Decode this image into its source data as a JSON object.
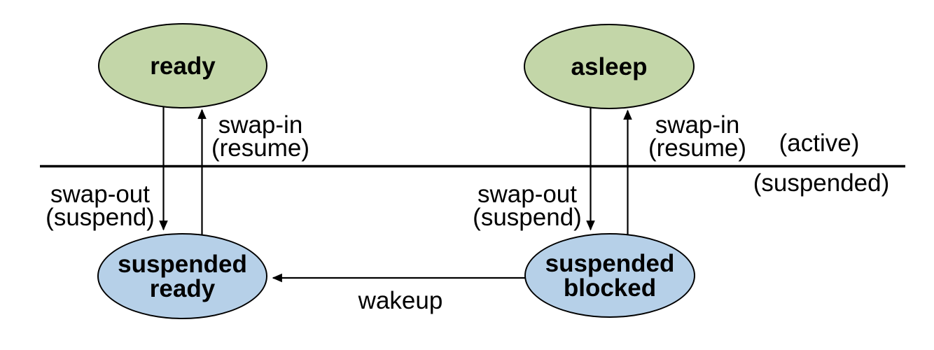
{
  "diagram": {
    "nodes": {
      "ready": {
        "label": "ready"
      },
      "asleep": {
        "label": "asleep"
      },
      "suspended_ready": {
        "line1": "suspended",
        "line2": "ready"
      },
      "suspended_blocked": {
        "line1": "suspended",
        "line2": "blocked"
      }
    },
    "edge_labels": {
      "swap_in_left": {
        "line1": "swap-in",
        "line2": "(resume)"
      },
      "swap_out_left": {
        "line1": "swap-out",
        "line2": "(suspend)"
      },
      "swap_in_right": {
        "line1": "swap-in",
        "line2": "(resume)"
      },
      "swap_out_right": {
        "line1": "swap-out",
        "line2": "(suspend)"
      },
      "wakeup": "wakeup"
    },
    "region_labels": {
      "active": "(active)",
      "suspended": "(suspended)"
    },
    "colors": {
      "node_green_fill": "#c3d6a8",
      "node_blue_fill": "#b6d0e8",
      "node_outline": "#000000",
      "divider_line": "#000000",
      "divider_glow": "#9cd37c",
      "arrow": "#000000",
      "text": "#000000",
      "background": "#ffffff"
    }
  }
}
